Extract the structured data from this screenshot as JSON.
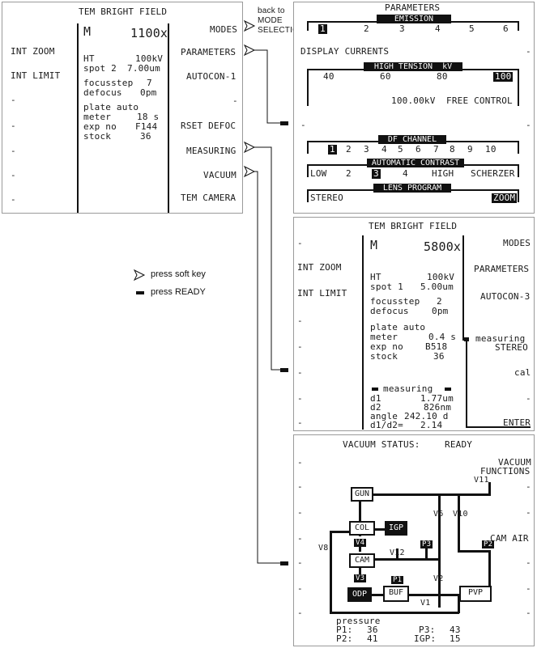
{
  "annotation": {
    "back_to": "back to",
    "mode": "MODE",
    "selection": "SELECTION",
    "legend_soft_key": "press soft key",
    "legend_ready": "press READY"
  },
  "main_screen": {
    "title": "TEM BRIGHT FIELD",
    "mode_letter": "M",
    "magnification": "1100x",
    "left_keys": [
      "INT ZOOM",
      "INT LIMIT",
      "-",
      "-",
      "-",
      "-",
      "-"
    ],
    "right_keys": [
      "MODES",
      "PARAMETERS",
      "AUTOCON-1",
      "-",
      "RSET DEFOC",
      "MEASURING",
      "VACUUM",
      "TEM CAMERA"
    ],
    "ht_label": "HT",
    "ht_value": "100kV",
    "spot_label": "spot 2",
    "spot_value": "7.00um",
    "focusstep_label": "focusstep",
    "focusstep_value": "7",
    "defocus_label": "defocus",
    "defocus_value": "0pm",
    "plate": "plate auto",
    "meter_label": "meter",
    "meter_value": "18 s",
    "expno_label": "exp no",
    "expno_value": "F144",
    "stock_label": "stock",
    "stock_value": "36"
  },
  "parameters_screen": {
    "title": "PARAMETERS",
    "emission_label": "EMISSION",
    "emission_values": [
      "1",
      "2",
      "3",
      "4",
      "5",
      "6"
    ],
    "display_currents": "DISPLAY CURRENTS",
    "ht_label": "HIGH TENSION  kV",
    "ht_values": [
      "40",
      "60",
      "80",
      "100"
    ],
    "ht_readout": "100.00kV",
    "free_control": "FREE CONTROL",
    "df_label": "DF CHANNEL",
    "df_values": [
      "1",
      "2",
      "3",
      "4",
      "5",
      "6",
      "7",
      "8",
      "9",
      "10"
    ],
    "ac_label": "AUTOMATIC CONTRAST",
    "ac_values": [
      "LOW",
      "2",
      "3",
      "4",
      "HIGH",
      "SCHERZER"
    ],
    "lens_label": "LENS PROGRAM",
    "lens_left": "STEREO",
    "lens_right": "ZOOM",
    "dash": "-"
  },
  "measuring_screen": {
    "title": "TEM BRIGHT FIELD",
    "mode_letter": "M",
    "magnification": "5800x",
    "left_keys": [
      "INT ZOOM",
      "INT LIMIT"
    ],
    "right_keys": [
      "MODES",
      "PARAMETERS",
      "AUTOCON-3"
    ],
    "ht_label": "HT",
    "ht_value": "100kV",
    "spot_label": "spot 1",
    "spot_value": "5.00um",
    "focusstep_label": "focusstep",
    "focusstep_value": "2",
    "defocus_label": "defocus",
    "defocus_value": "0pm",
    "plate": "plate auto",
    "meter_label": "meter",
    "meter_value": "0.4 s",
    "expno_label": "exp no",
    "expno_value": "B518",
    "stock_label": "stock",
    "stock_value": "36",
    "measuring_header": "measuring",
    "d1_label": "d1",
    "d1_value": "1.77um",
    "d2_label": "d2",
    "d2_value": "826nm",
    "angle_label": "angle",
    "angle_value": "242.10 d",
    "ratio_label": "d1/d2=",
    "ratio_value": "2.14",
    "sub_measuring": "measuring",
    "sub_stereo": "STEREO",
    "sub_cal": "cal",
    "sub_enter": "ENTER",
    "dash": "-"
  },
  "vacuum_screen": {
    "title": "VACUUM STATUS:",
    "status": "READY",
    "functions_1": "VACUUM",
    "functions_2": "FUNCTIONS",
    "cam_air": "CAM AIR",
    "boxes": {
      "gun": "GUN",
      "col": "COL",
      "igp": "IGP",
      "cam": "CAM",
      "odp": "ODP",
      "buf": "BUF",
      "pvp": "PVP"
    },
    "valves": {
      "v11": "V11",
      "v6": "V6",
      "v10": "V10",
      "v8": "V8",
      "v4": "V4",
      "v12": "V12",
      "v3": "V3",
      "v2": "V2",
      "v1": "V1"
    },
    "gauges": {
      "p1": "P1",
      "p2": "P2",
      "p3": "P3"
    },
    "pressure_title": "pressure",
    "p1_label": "P1:",
    "p1_value": "36",
    "p2_label": "P2:",
    "p2_value": "41",
    "p3_label": "P3:",
    "p3_value": "43",
    "igp_label": "IGP:",
    "igp_value": "15",
    "dash": "-"
  }
}
